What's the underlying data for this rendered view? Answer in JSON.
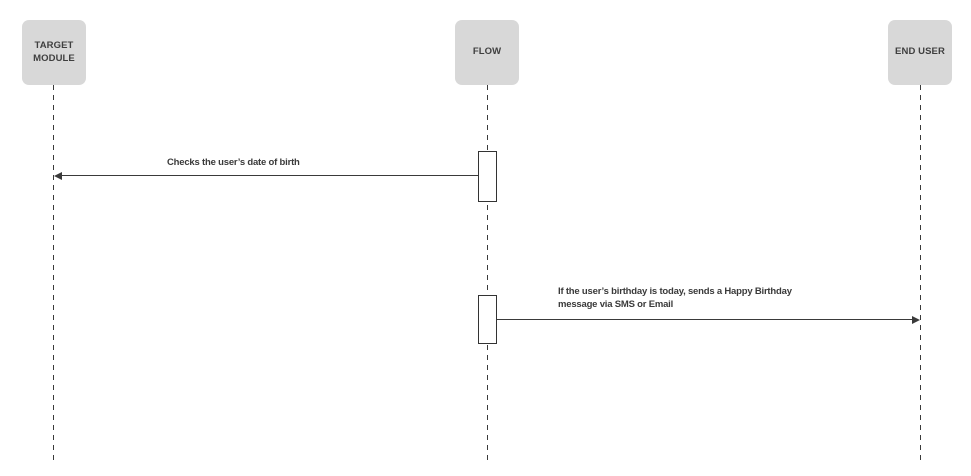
{
  "diagram": {
    "type": "sequence-diagram",
    "background": "#ffffff",
    "actors": [
      {
        "id": "target-module",
        "label": "TARGET MODULE"
      },
      {
        "id": "flow",
        "label": "FLOW"
      },
      {
        "id": "end-user",
        "label": "END USER"
      }
    ],
    "messages": [
      {
        "text": "Checks the user’s date of birth",
        "from": "FLOW",
        "to": "TARGET MODULE",
        "direction": "left",
        "line_style": "solid"
      },
      {
        "text": "If the user’s birthday is today, sends a Happy Birthday\nmessage via SMS or Email",
        "from": "FLOW",
        "to": "END USER",
        "direction": "right",
        "line_style": "solid"
      }
    ],
    "colors": {
      "actor_fill": "#d8d8d8",
      "actor_text": "#3f3f3f",
      "line": "#3a3a3a",
      "label_text": "#3a3a3a"
    }
  }
}
